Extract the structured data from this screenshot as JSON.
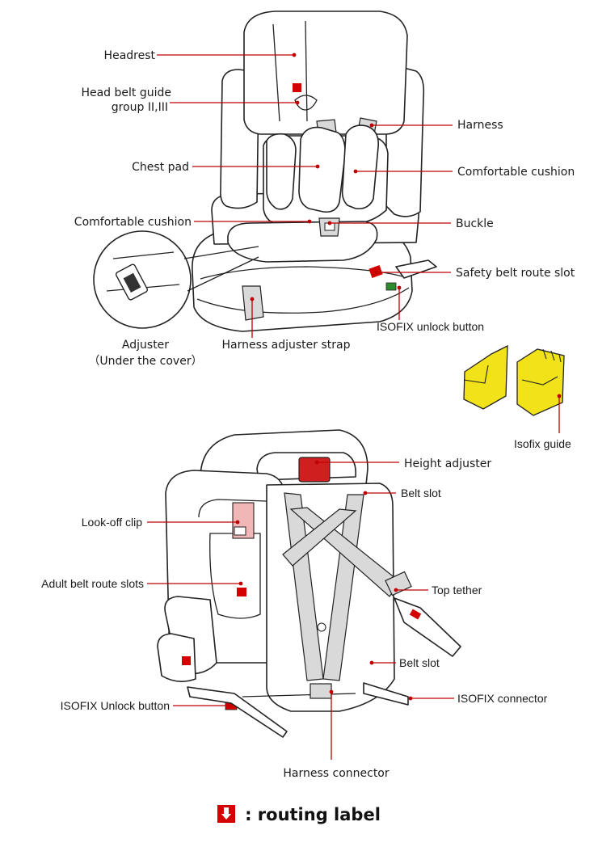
{
  "labels": {
    "headrest": "Headrest",
    "head_belt_guide_1": "Head belt guide",
    "head_belt_guide_2": "group II,III",
    "chest_pad": "Chest pad",
    "comfortable_cushion_left": "Comfortable cushion",
    "adjuster_1": "Adjuster",
    "adjuster_2": "（Under the cover）",
    "harness_adjuster_strap": "Harness adjuster strap",
    "harness": "Harness",
    "comfortable_cushion_right": "Comfortable cushion",
    "buckle": "Buckle",
    "safety_belt_route_slot": "Safety belt route slot",
    "isofix_unlock_button_front": "ISOFIX unlock button",
    "isofix_guide": "Isofix guide",
    "height_adjuster": "Height  adjuster",
    "belt_slot_top": "Belt slot",
    "look_off_clip": "Look-off clip",
    "adult_belt_route_slots": "Adult belt route slots",
    "top_tether": "Top tether",
    "belt_slot_bottom": "Belt slot",
    "isofix_unlock_button_back": "ISOFIX Unlock button",
    "isofix_connector": "ISOFIX connector",
    "harness_connector": "Harness connector"
  },
  "legend": {
    "text": ": routing label"
  },
  "colors": {
    "leader": "#c00000",
    "routing_label": "#d40000",
    "isofix_guide": "#f2e21a",
    "height_adjuster": "#d01f1f",
    "lock_off_clip": "#f1b6b6",
    "unlock_button": "#2e8b2e"
  }
}
